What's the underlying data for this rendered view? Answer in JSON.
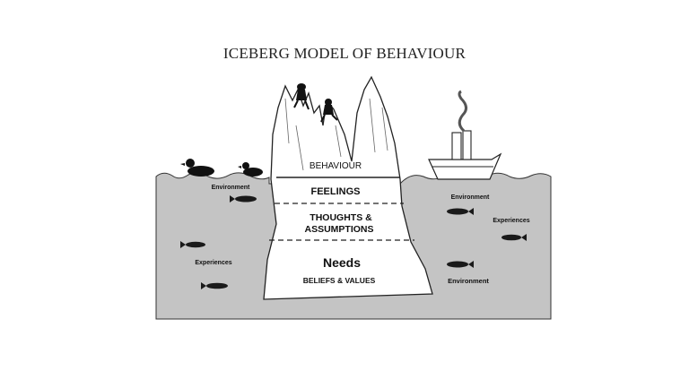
{
  "title": "ICEBERG MODEL OF BEHAVIOUR",
  "layers": {
    "behaviour": "BEHAVIOUR",
    "feelings": "FEELINGS",
    "thoughts_line1": "THOUGHTS &",
    "thoughts_line2": "ASSUMPTIONS",
    "needs": "Needs",
    "beliefs": "BELIEFS & VALUES"
  },
  "left_labels": {
    "environment": "Environment",
    "experiences": "Experiences"
  },
  "right_labels": {
    "environment_top": "Environment",
    "experiences": "Experiences",
    "environment_bottom": "Environment"
  },
  "colors": {
    "water": "#c4c4c4",
    "iceberg": "#ffffff",
    "outline": "#222222",
    "fish": "#1a1a1a"
  }
}
